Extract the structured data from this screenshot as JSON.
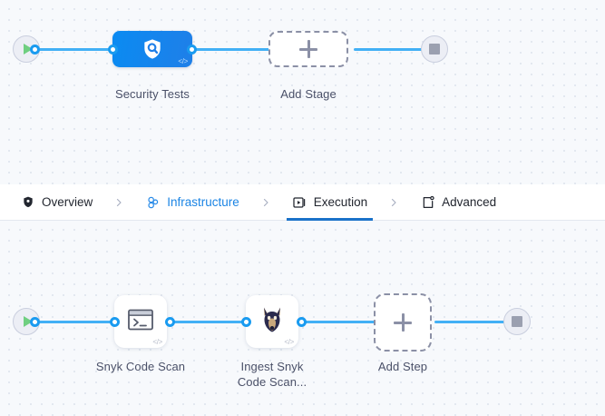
{
  "colors": {
    "canvas_bg": "#f7f9fc",
    "grid_dot": "#dfe5ee",
    "edge_blue": "#42b0f5",
    "port_blue": "#1a9bf0",
    "stage_blue_from": "#0a8bf2",
    "stage_blue_to": "#1f7fe8",
    "active_tab_underline": "#1a72c9",
    "link_blue": "#1b84e4",
    "label_text": "#4a5068",
    "dashed_border": "#8b90a6",
    "terminal_fill": "#eceef5",
    "play_green": "#6fcf80",
    "stop_gray": "#9ba0b0",
    "tabbar_bg": "#ffffff"
  },
  "stage_graph": {
    "name": "pipeline-stages-canvas",
    "start_node": {
      "icon": "play-icon",
      "label": ""
    },
    "end_node": {
      "icon": "stop-icon",
      "label": ""
    },
    "nodes": [
      {
        "id": "security-tests",
        "label": "Security Tests",
        "icon": "shield-search-icon",
        "badge": "</>",
        "type": "stage"
      },
      {
        "id": "add-stage",
        "label": "Add Stage",
        "icon": "plus-icon",
        "type": "add"
      }
    ]
  },
  "tabs": {
    "name": "stage-config-tabs",
    "items": [
      {
        "id": "overview",
        "label": "Overview",
        "icon": "shield-icon",
        "state": "default"
      },
      {
        "id": "infrastructure",
        "label": "Infrastructure",
        "icon": "infrastructure-icon",
        "state": "link"
      },
      {
        "id": "execution",
        "label": "Execution",
        "icon": "execution-play-box-icon",
        "state": "active"
      },
      {
        "id": "advanced",
        "label": "Advanced",
        "icon": "advanced-gear-icon",
        "state": "default"
      }
    ],
    "separator": "›"
  },
  "step_graph": {
    "name": "pipeline-steps-canvas",
    "start_node": {
      "icon": "play-icon",
      "label": ""
    },
    "end_node": {
      "icon": "stop-icon",
      "label": ""
    },
    "nodes": [
      {
        "id": "snyk-code-scan",
        "label": "Snyk Code Scan",
        "icon": "terminal-icon",
        "badge": "</>",
        "type": "step"
      },
      {
        "id": "ingest-snyk-code-scan",
        "label_line1": "Ingest Snyk",
        "label_line2": "Code Scan...",
        "icon": "snyk-doberman-icon",
        "badge": "</>",
        "type": "step"
      },
      {
        "id": "add-step",
        "label": "Add Step",
        "icon": "plus-icon",
        "type": "add"
      }
    ]
  }
}
